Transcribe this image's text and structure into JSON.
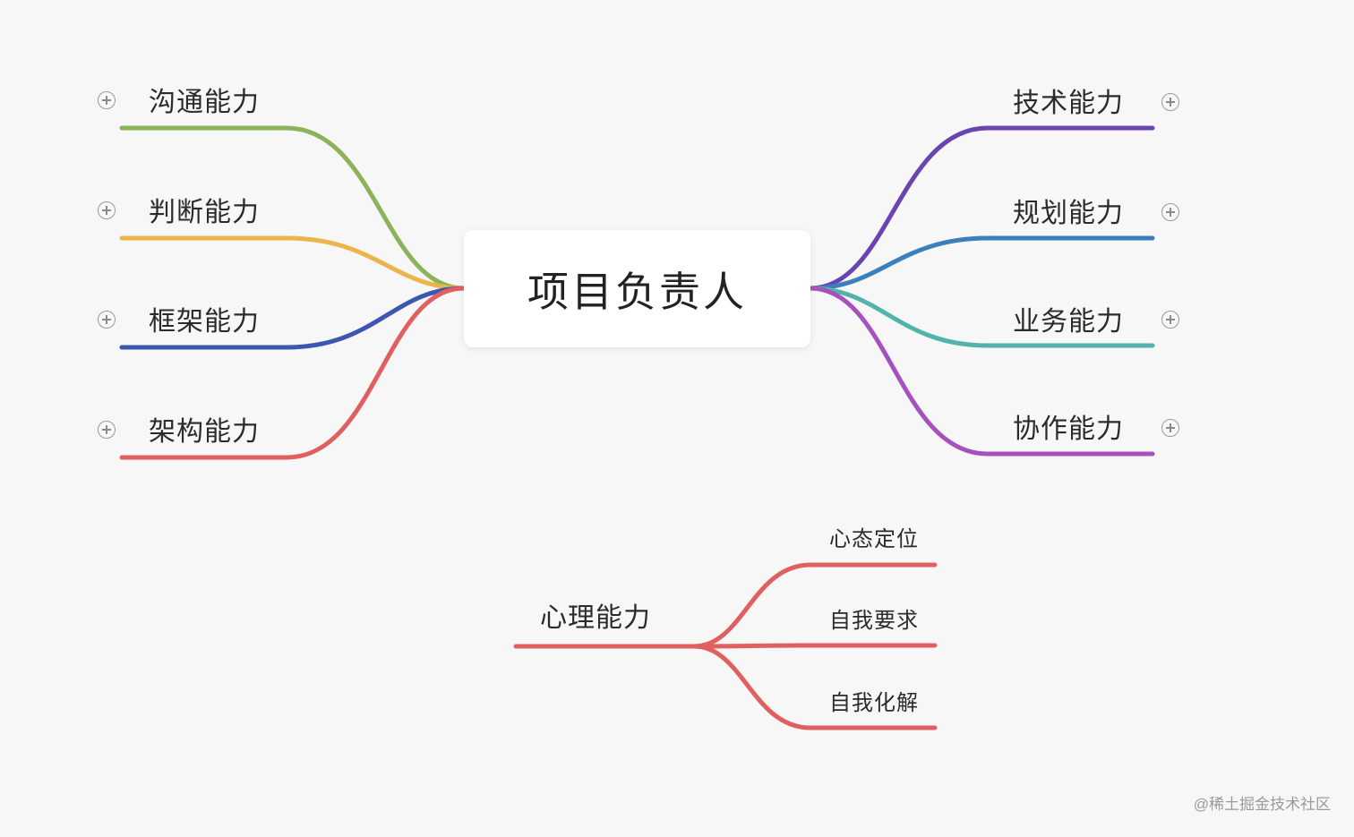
{
  "center": {
    "label": "项目负责人"
  },
  "left_branches": [
    {
      "label": "沟通能力",
      "color": "#8db35a"
    },
    {
      "label": "判断能力",
      "color": "#ecb54b"
    },
    {
      "label": "框架能力",
      "color": "#3b57b0"
    },
    {
      "label": "架构能力",
      "color": "#e0605f"
    }
  ],
  "right_branches": [
    {
      "label": "技术能力",
      "color": "#6a45b0"
    },
    {
      "label": "规划能力",
      "color": "#3b7fbd"
    },
    {
      "label": "业务能力",
      "color": "#52b3aa"
    },
    {
      "label": "协作能力",
      "color": "#a652be"
    }
  ],
  "sub_map": {
    "root": {
      "label": "心理能力",
      "color": "#e0605f"
    },
    "children": [
      {
        "label": "心态定位"
      },
      {
        "label": "自我要求"
      },
      {
        "label": "自我化解"
      }
    ]
  },
  "watermark": "@稀土掘金技术社区"
}
